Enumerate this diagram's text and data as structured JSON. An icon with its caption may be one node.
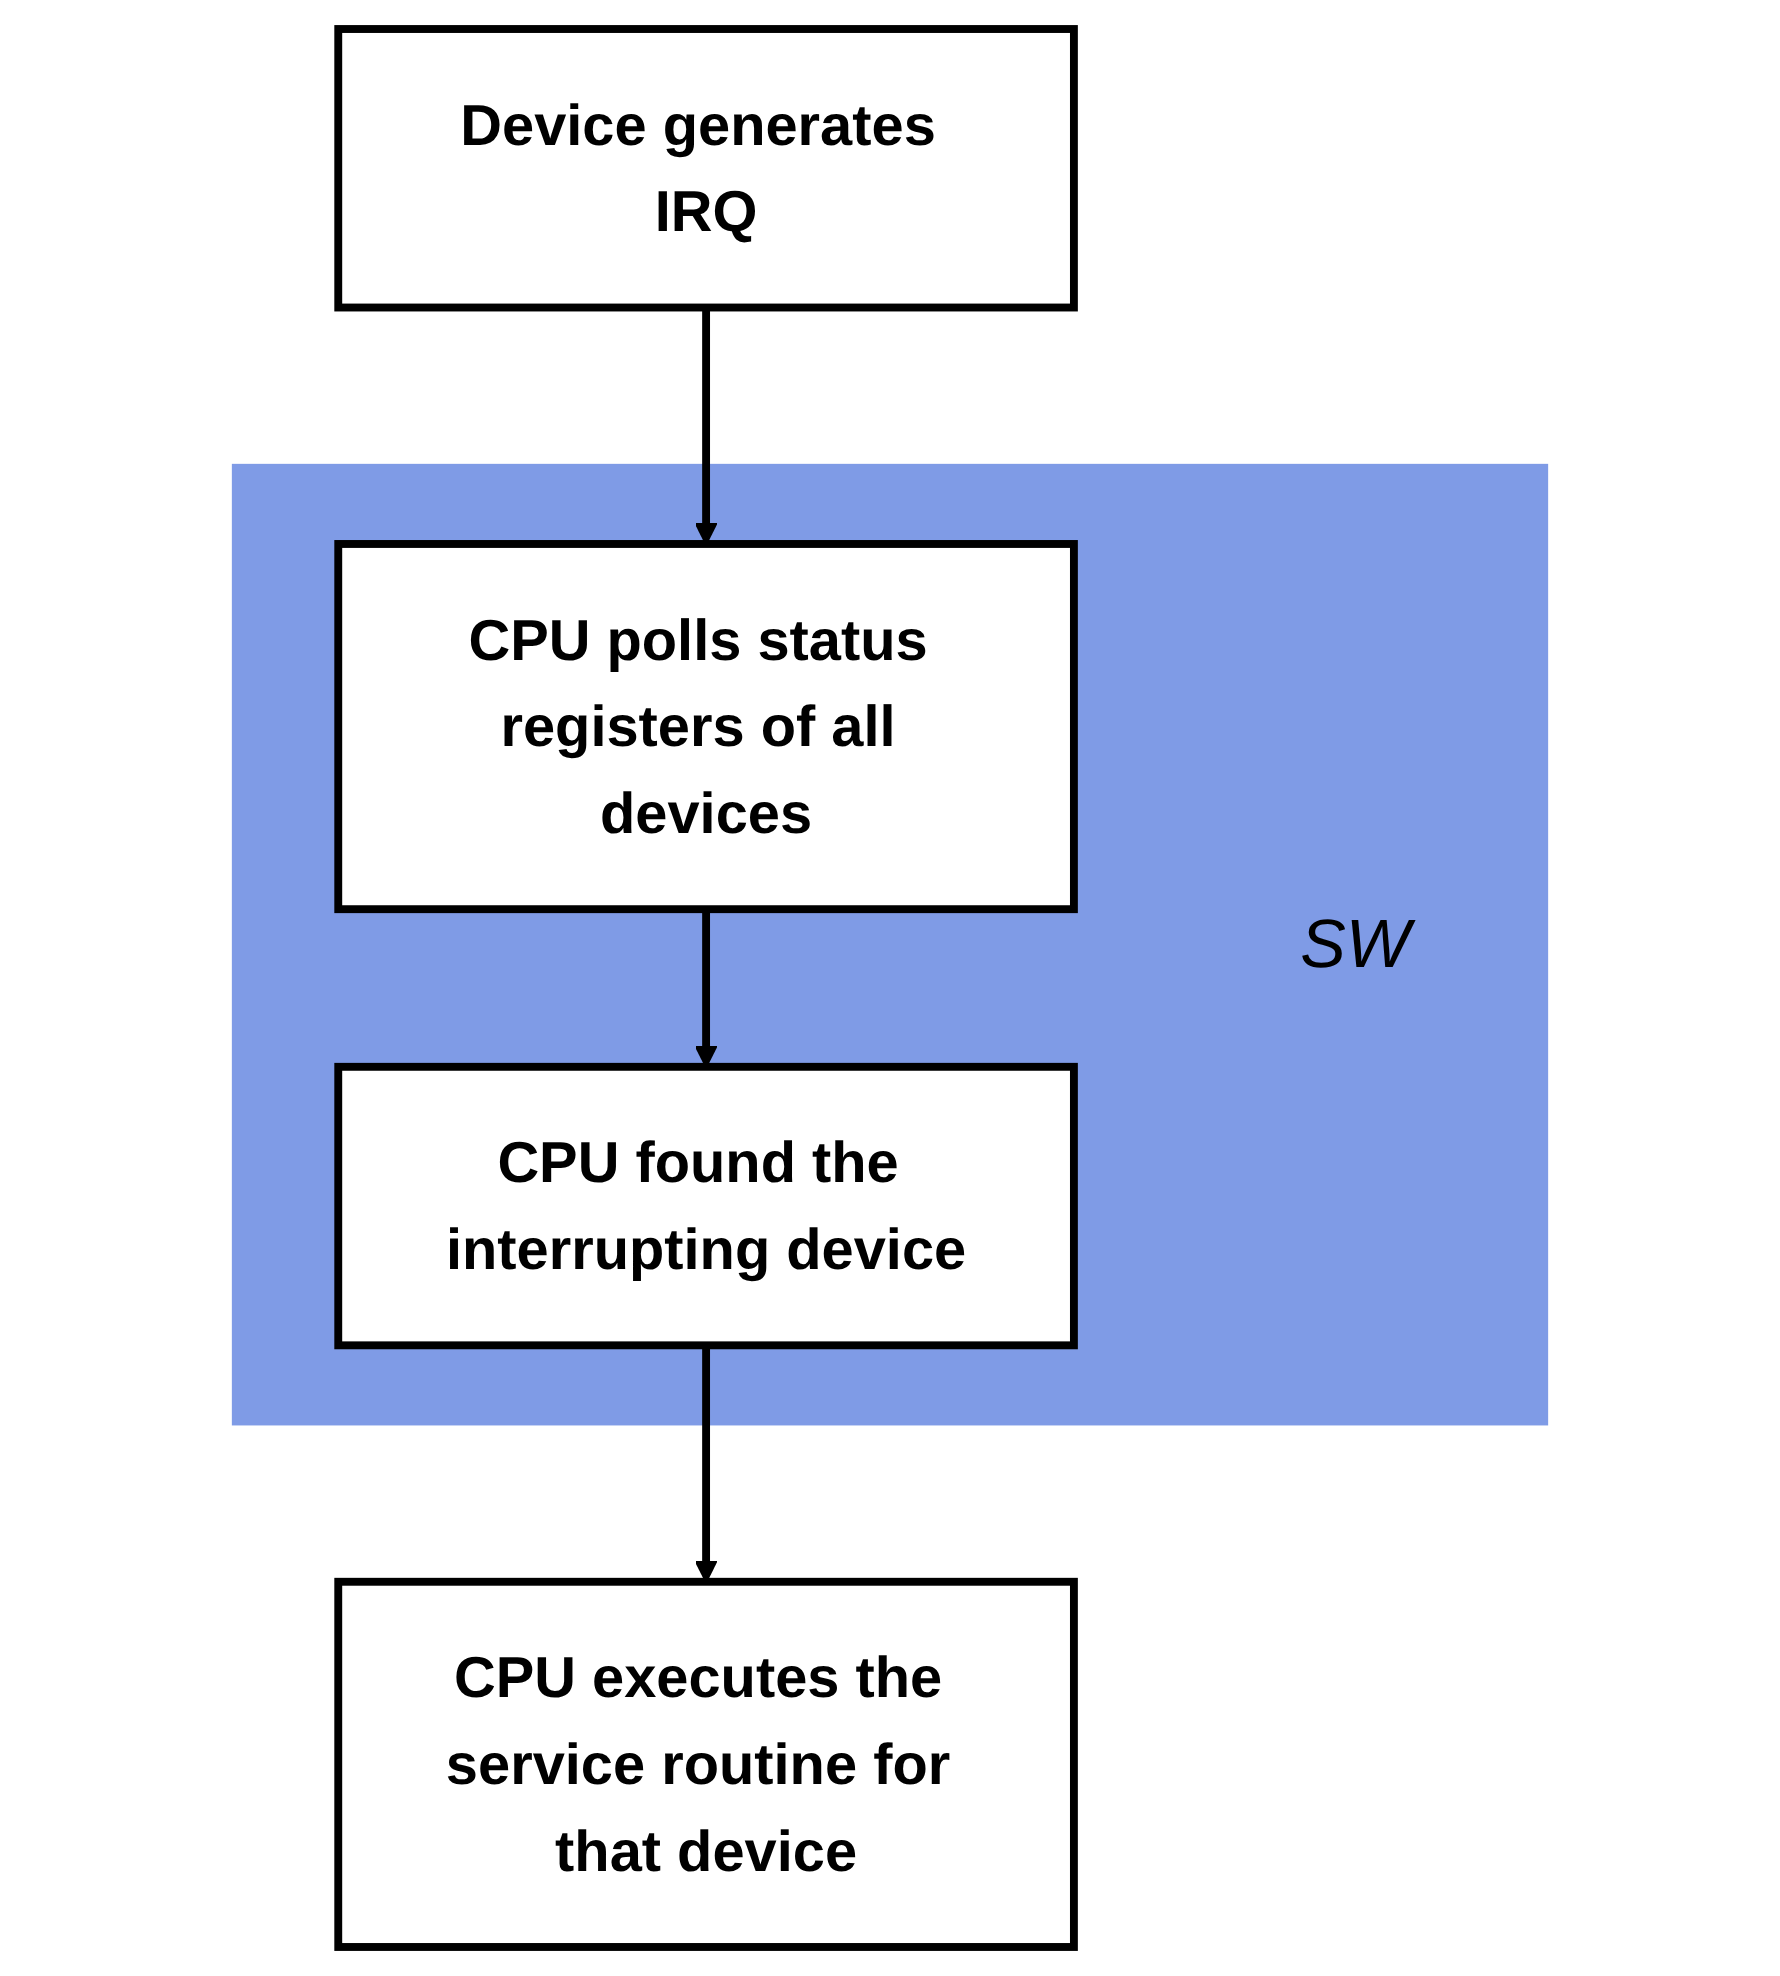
{
  "diagram": {
    "nodes": [
      {
        "text": [
          "Device generates IRQ"
        ]
      },
      {
        "text": [
          "SW"
        ]
      },
      {
        "text": [
          "CPU polls status registers of all devices"
        ],
        "in": 1
      },
      {
        "text": [
          "CPU found the interrupting device"
        ],
        "in": 1
      },
      {
        "text": [
          "CPU executes the service routine for that device"
        ]
      }
    ],
    "edges": [
      {
        "from": 0,
        "to": 2,
        "arrow": "to"
      },
      {
        "from": 2,
        "to": 3,
        "arrow": "to"
      },
      {
        "from": 3,
        "to": 4,
        "arrow": "to"
      }
    ]
  }
}
